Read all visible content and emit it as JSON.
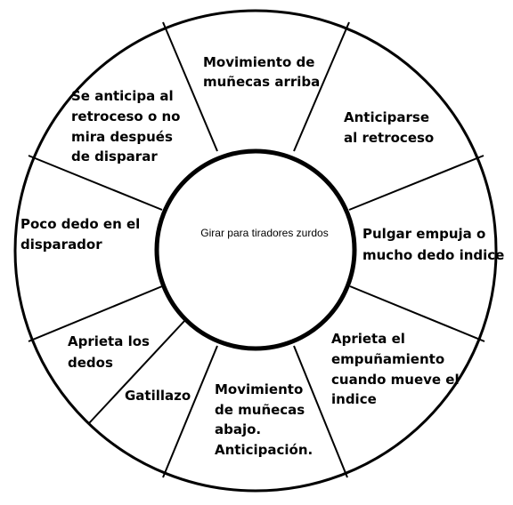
{
  "center_text": "Girar para tiradores zurdos",
  "segments": [
    {
      "id": "top",
      "lines": [
        "Movimiento de",
        "muñecas arriba"
      ]
    },
    {
      "id": "upper-right",
      "lines": [
        "Anticiparse",
        "al retroceso"
      ]
    },
    {
      "id": "right",
      "lines": [
        "Pulgar empuja o",
        "mucho dedo indice"
      ]
    },
    {
      "id": "lower-right",
      "lines": [
        "Aprieta el",
        "empuñamiento",
        "cuando mueve el",
        "indice"
      ]
    },
    {
      "id": "bottom",
      "lines": [
        "Movimiento",
        "de muñecas",
        "abajo.",
        "Anticipación."
      ]
    },
    {
      "id": "lower-left-inner",
      "lines": [
        "Gatillazo"
      ]
    },
    {
      "id": "lower-left",
      "lines": [
        "Aprieta los",
        "dedos"
      ]
    },
    {
      "id": "left",
      "lines": [
        "Poco dedo en el",
        "disparador"
      ]
    },
    {
      "id": "upper-left",
      "lines": [
        "Se anticipa al",
        "retroceso o no",
        "mira después",
        "de disparar"
      ]
    }
  ],
  "colors": {
    "stroke": "#000000",
    "fill": "#ffffff",
    "text": "#000000"
  }
}
